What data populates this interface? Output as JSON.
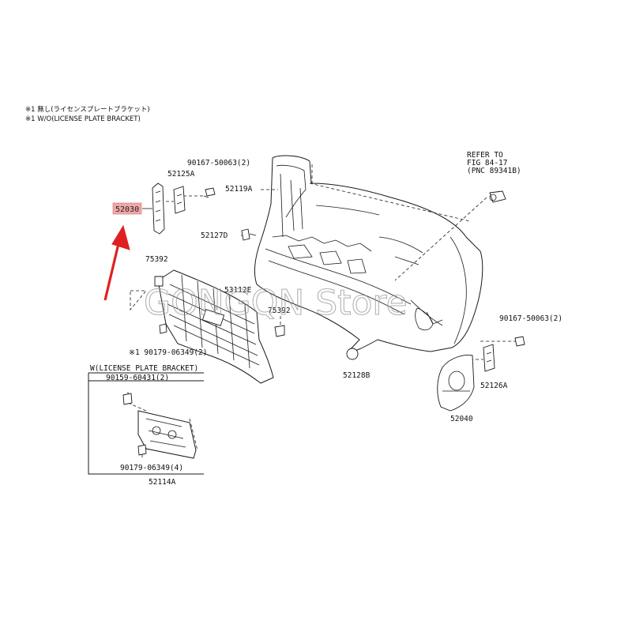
{
  "notes": {
    "note_jp": "※1 無し(ライセンスプレートブラケット)",
    "note_en": "※1 W/O(LICENSE PLATE BRACKET)"
  },
  "labels": {
    "p90167_top": "90167-50063(2)",
    "p52125A": "52125A",
    "p52030": "52030",
    "p52119A": "52119A",
    "p52127D": "52127D",
    "p75392_left": "75392",
    "p53112E": "53112E",
    "p75392_right": "75392",
    "p90179_top": "※1 90179-06349(2)",
    "p52128B": "52128B",
    "p90167_right": "90167-50063(2)",
    "p52126A": "52126A",
    "p52040": "52040",
    "refer_line1": "REFER TO",
    "refer_line2": "FIG 84-17",
    "refer_line3": "(PNC 89341B)",
    "license_group": "W(LICENSE PLATE BRACKET)",
    "p90159": "90159-60431(2)",
    "p90179_bottom": "90179-06349(4)",
    "p52114A": "52114A"
  },
  "watermark": "GONGQN Store",
  "colors": {
    "highlight_fill": "#f0a8a8",
    "arrow": "#e02020",
    "line": "#1a1a1a"
  }
}
